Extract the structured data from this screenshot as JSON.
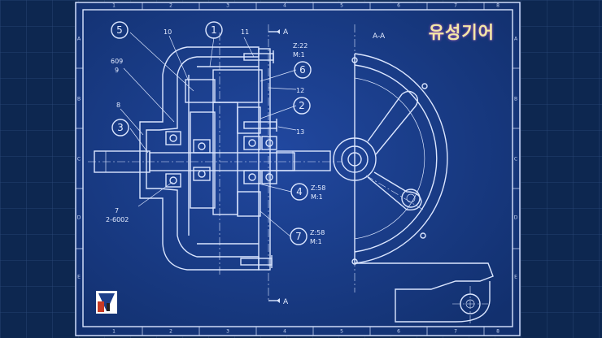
{
  "title": "유성기어",
  "section_label": "A-A",
  "cut_marker": "A",
  "column_numbers": [
    "1",
    "2",
    "3",
    "4",
    "5",
    "6",
    "7",
    "8"
  ],
  "row_letters": [
    "A",
    "B",
    "C",
    "D",
    "E"
  ],
  "balloons": [
    "1",
    "2",
    "3",
    "4",
    "5",
    "6",
    "7"
  ],
  "leaders": {
    "l10": "10",
    "l11": "11",
    "l609": "609",
    "l9": "9",
    "l8": "8",
    "l12": "12",
    "l13": "13",
    "l7": "7",
    "l6002": "2-6002"
  },
  "gear_specs": {
    "z22": "Z:22",
    "m1a": "M:1",
    "z58a": "Z:58",
    "m1b": "M:1",
    "z58b": "Z:58",
    "m1c": "M:1"
  },
  "colors": {
    "paper": "#1a3d8a",
    "background": "#0d2750",
    "line": "#dbe6ff",
    "title": "#f4e8a6"
  }
}
